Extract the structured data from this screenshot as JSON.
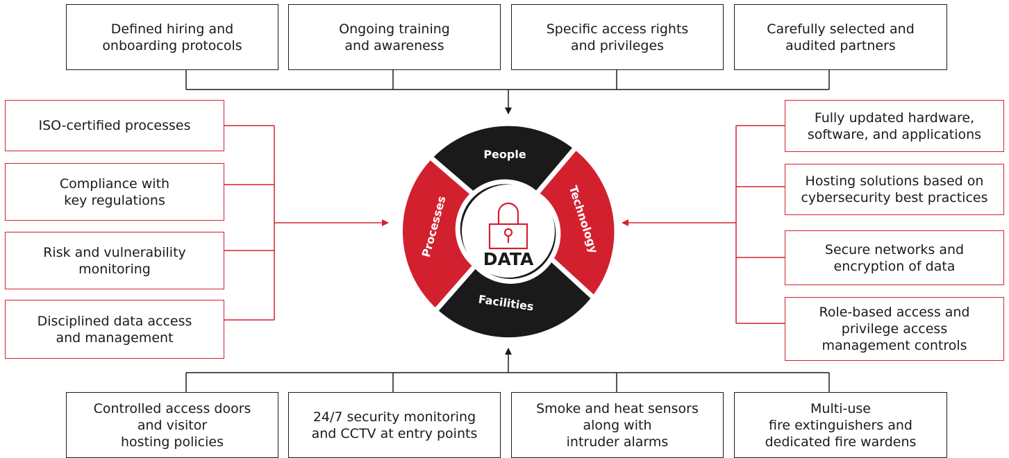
{
  "top_boxes": [
    [
      "Defined hiring and",
      "onboarding protocols"
    ],
    [
      "Ongoing training",
      "and awareness"
    ],
    [
      "Specific access rights",
      "and privileges"
    ],
    [
      "Carefully selected and",
      "audited partners"
    ]
  ],
  "left_boxes": [
    [
      "ISO-certified processes"
    ],
    [
      "Compliance with",
      "key regulations"
    ],
    [
      "Risk and vulnerability",
      "monitoring"
    ],
    [
      "Disciplined data access",
      "and management"
    ]
  ],
  "right_boxes": [
    [
      "Fully updated hardware,",
      "software, and applications"
    ],
    [
      "Hosting solutions based on",
      "cybersecurity best practices"
    ],
    [
      "Secure networks and",
      "encryption of data"
    ],
    [
      "Role-based access and",
      "privilege access",
      "management controls"
    ]
  ],
  "bottom_boxes": [
    [
      "Controlled access doors",
      "and visitor",
      "hosting policies"
    ],
    [
      "24/7 security monitoring",
      "and CCTV at entry points"
    ],
    [
      "Smoke and heat sensors",
      "along with",
      "intruder alarms"
    ],
    [
      "Multi-use",
      "fire extinguishers and",
      "dedicated fire wardens"
    ]
  ],
  "ring": {
    "center": "DATA",
    "top": "People",
    "right": "Technology",
    "bottom": "Facilities",
    "left": "Processes"
  },
  "colors": {
    "accent": "#d3202f",
    "dark": "#1a1a1a"
  }
}
